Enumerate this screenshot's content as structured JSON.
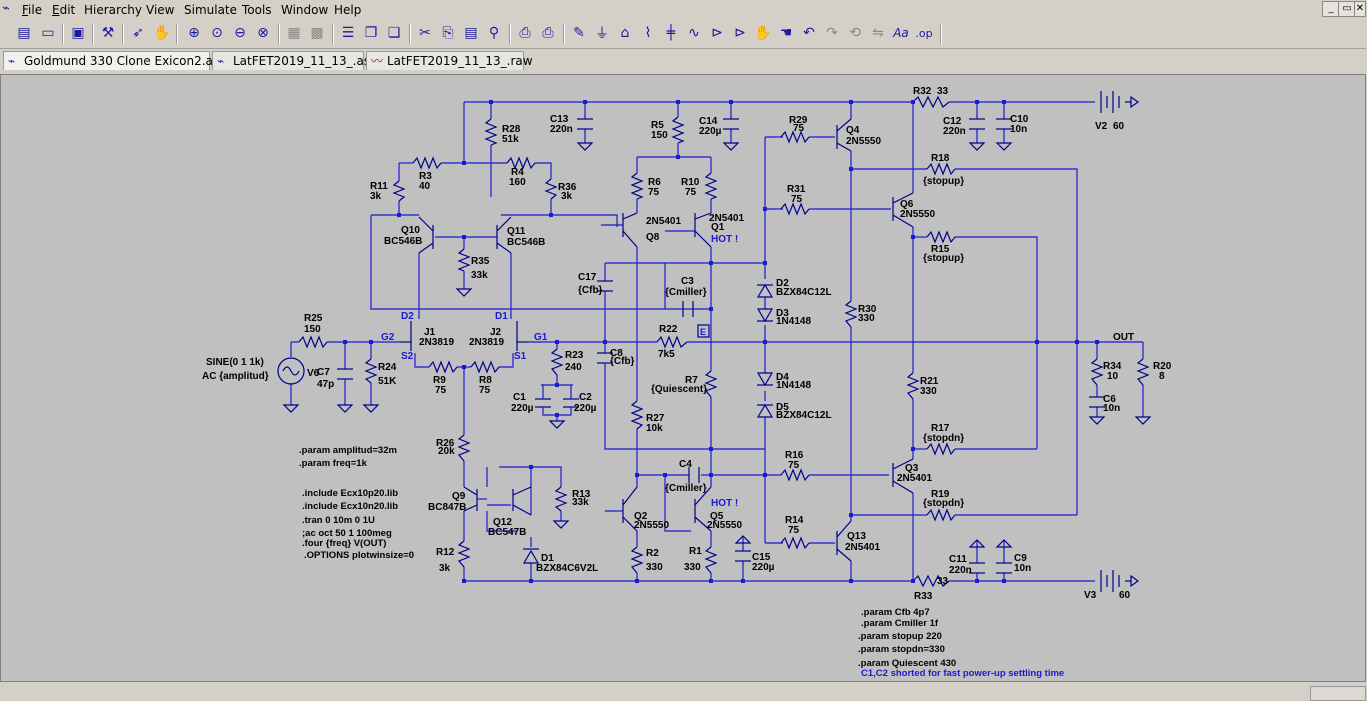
{
  "window": {
    "min": "_",
    "max": "▭",
    "close": "✕"
  },
  "menu": [
    "File",
    "Edit",
    "Hierarchy",
    "View",
    "Simulate",
    "Tools",
    "Window",
    "Help"
  ],
  "menu_underline": [
    "F",
    "E",
    "i",
    "V",
    "S",
    "T",
    "W",
    "H"
  ],
  "toolbar": [
    "new-schematic",
    "open",
    "save",
    "control-panel",
    "run",
    "halt",
    "zoom-in",
    "zoom-fit",
    "zoom-out",
    "zoom-cancel",
    "autoroute",
    "cascade",
    "tile-horizontal",
    "tile-vertical",
    "cut",
    "copy",
    "paste",
    "find",
    "print",
    "print-preview",
    "draw-wire",
    "ground",
    "label-net",
    "resistor",
    "capacitor",
    "inductor",
    "diode",
    "component",
    "move",
    "drag",
    "undo",
    "redo",
    "rotate",
    "mirror",
    "text",
    "spice-directive"
  ],
  "tabs": [
    {
      "label": "Goldmund 330 Clone Exicon2.asc",
      "icon": "schematic-icon"
    },
    {
      "label": "LatFET2019_11_13_.asc",
      "icon": "schematic-icon"
    },
    {
      "label": "LatFET2019_11_13_.raw",
      "icon": "waveform-icon"
    }
  ],
  "colors": {
    "wire": "#1a1ad0",
    "component": "#00008b",
    "text": "#000000",
    "label": "#1a1ad0",
    "canvas": "#c0c0c0"
  },
  "components": [
    {
      "ref": "R32",
      "val": "33"
    },
    {
      "ref": "C13",
      "val": "220n"
    },
    {
      "ref": "R5",
      "val": "150"
    },
    {
      "ref": "C14",
      "val": "220µ"
    },
    {
      "ref": "R29",
      "val": "75"
    },
    {
      "ref": "Q4",
      "val": "2N5550"
    },
    {
      "ref": "C12",
      "val": "220n"
    },
    {
      "ref": "C10",
      "val": "10n"
    },
    {
      "ref": "V2",
      "val": "60"
    },
    {
      "ref": "R28",
      "val": "51k"
    },
    {
      "ref": "R3",
      "val": "40"
    },
    {
      "ref": "R4",
      "val": "160"
    },
    {
      "ref": "R11",
      "val": "3k"
    },
    {
      "ref": "R36",
      "val": "3k"
    },
    {
      "ref": "R6",
      "val": "75"
    },
    {
      "ref": "R10",
      "val": "75"
    },
    {
      "ref": "R18",
      "val": "{stopup}"
    },
    {
      "ref": "R31",
      "val": "75"
    },
    {
      "ref": "Q6",
      "val": "2N5550"
    },
    {
      "ref": "Q10",
      "val": "BC546B"
    },
    {
      "ref": "Q11",
      "val": "BC546B"
    },
    {
      "ref": "Q8",
      "val": "2N5401"
    },
    {
      "ref": "Q1",
      "val": "2N5401"
    },
    {
      "ref": "R15",
      "val": "{stopup}"
    },
    {
      "ref": "R35",
      "val": "33k"
    },
    {
      "ref": "C17",
      "val": "{Cfb}"
    },
    {
      "ref": "C3",
      "val": "{Cmiller}"
    },
    {
      "ref": "D2",
      "val": "BZX84C12L"
    },
    {
      "ref": "D3",
      "val": "1N4148"
    },
    {
      "ref": "R30",
      "val": "330"
    },
    {
      "ref": "R25",
      "val": "150"
    },
    {
      "ref": "J1",
      "val": "2N3819"
    },
    {
      "ref": "J2",
      "val": "2N3819"
    },
    {
      "ref": "R22",
      "val": "7k5"
    },
    {
      "ref": "R24",
      "val": "51K"
    },
    {
      "ref": "C7",
      "val": "47p"
    },
    {
      "ref": "R23",
      "val": "240"
    },
    {
      "ref": "C8",
      "val": "{Cfb}"
    },
    {
      "ref": "R9",
      "val": "75"
    },
    {
      "ref": "R8",
      "val": "75"
    },
    {
      "ref": "D4",
      "val": "1N4148"
    },
    {
      "ref": "R34",
      "val": "10"
    },
    {
      "ref": "R20",
      "val": "8"
    },
    {
      "ref": "R7",
      "val": "{Quiescent}"
    },
    {
      "ref": "C1",
      "val": "220µ"
    },
    {
      "ref": "C2",
      "val": "220µ"
    },
    {
      "ref": "D5",
      "val": "BZX84C12L"
    },
    {
      "ref": "R21",
      "val": "330"
    },
    {
      "ref": "C6",
      "val": "10n"
    },
    {
      "ref": "R27",
      "val": "10k"
    },
    {
      "ref": "R17",
      "val": "{stopdn}"
    },
    {
      "ref": "R26",
      "val": "20k"
    },
    {
      "ref": "C4",
      "val": "{Cmiller}"
    },
    {
      "ref": "R16",
      "val": "75"
    },
    {
      "ref": "Q3",
      "val": "2N5401"
    },
    {
      "ref": "R13",
      "val": "33k"
    },
    {
      "ref": "Q9",
      "val": "BC847B"
    },
    {
      "ref": "R19",
      "val": "{stopdn}"
    },
    {
      "ref": "Q12",
      "val": "BC547B"
    },
    {
      "ref": "Q2",
      "val": "2N5550"
    },
    {
      "ref": "Q5",
      "val": "2N5550"
    },
    {
      "ref": "R14",
      "val": "75"
    },
    {
      "ref": "Q13",
      "val": "2N5401"
    },
    {
      "ref": "D1",
      "val": "BZX84C6V2L"
    },
    {
      "ref": "R12",
      "val": "3k"
    },
    {
      "ref": "R2",
      "val": "330"
    },
    {
      "ref": "R1",
      "val": "330"
    },
    {
      "ref": "C15",
      "val": "220µ"
    },
    {
      "ref": "C11",
      "val": "220n"
    },
    {
      "ref": "C9",
      "val": "10n"
    },
    {
      "ref": "R33",
      "val": "33"
    },
    {
      "ref": "V3",
      "val": "60"
    }
  ],
  "source": {
    "ref": "V6",
    "line1": "SINE(0 1 1k)",
    "line2": "AC {amplitud}"
  },
  "net_labels": [
    "G2",
    "D2",
    "S2",
    "D1",
    "G1",
    "S1",
    "OUT"
  ],
  "hot_labels": [
    "HOT !",
    "HOT !"
  ],
  "directives_left": [
    ".param amplitud=32m",
    ".param freq=1k"
  ],
  "directives_sim": [
    ".include Ecx10p20.lib",
    ".include Ecx10n20.lib",
    ".tran 0 10m 0 1U",
    ";ac oct 50 1 100meg",
    ".four {freq} V(OUT)",
    ".OPTIONS plotwinsize=0"
  ],
  "directives_right": [
    ".param Cfb 4p7",
    ".param Cmiller 1f",
    ".param stopup 220",
    ".param stopdn=330",
    ".param Quiescent 430"
  ],
  "comment": "C1,C2 shorted for fast power-up settling time"
}
